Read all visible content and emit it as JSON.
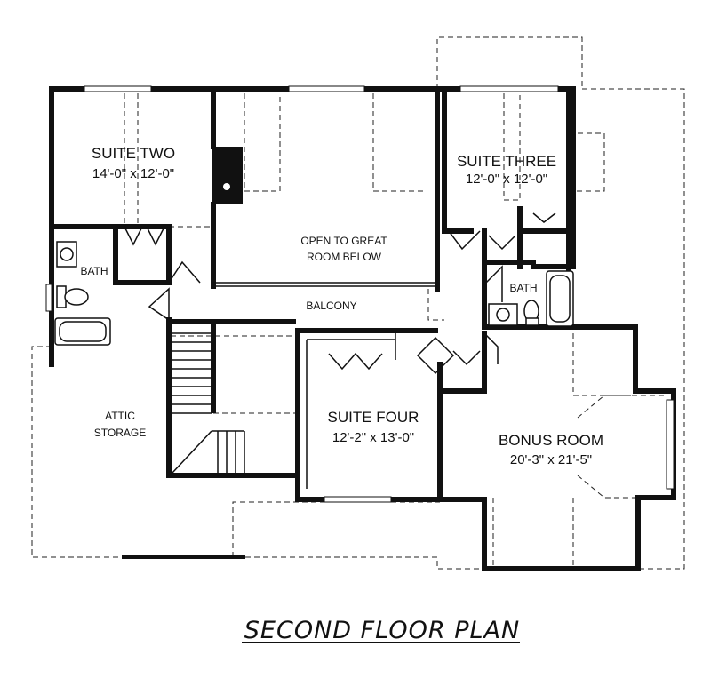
{
  "title": "SECOND FLOOR PLAN",
  "rooms": {
    "suite_two": {
      "name": "SUITE TWO",
      "dims": "14'-0\" x 12'-0\""
    },
    "suite_three": {
      "name": "SUITE THREE",
      "dims": "12'-0\" x 12'-0\""
    },
    "suite_four": {
      "name": "SUITE FOUR",
      "dims": "12'-2\" x 13'-0\""
    },
    "bonus_room": {
      "name": "BONUS ROOM",
      "dims": "20'-3\" x 21'-5\""
    },
    "open_to_great_room": {
      "line1": "OPEN TO GREAT",
      "line2": "ROOM BELOW"
    },
    "balcony": {
      "name": "BALCONY"
    },
    "bath_left": {
      "name": "BATH"
    },
    "bath_right": {
      "name": "BATH"
    },
    "attic_storage": {
      "line1": "ATTIC",
      "line2": "STORAGE"
    }
  },
  "colors": {
    "line": "#111111",
    "background": "#ffffff"
  }
}
